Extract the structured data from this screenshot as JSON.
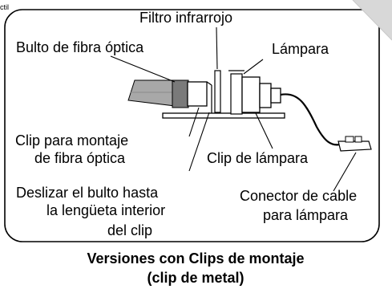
{
  "corner_fragment": "ctil",
  "labels": {
    "infrared_filter": "Filtro infrarrojo",
    "fiber_bundle": "Bulto de fibra óptica",
    "lamp": "Lámpara",
    "fiber_clip_line1": "Clip para montaje",
    "fiber_clip_line2": "de fibra óptica",
    "lamp_clip": "Clip de lámpara",
    "slide_line1": "Deslizar el bulto hasta",
    "slide_line2": "la lengüeta interior",
    "slide_line3": "del clip",
    "connector_line1": "Conector de cable",
    "connector_line2": "para lámpara"
  },
  "caption": {
    "line1": "Versiones con Clips de montaje",
    "line2": "(clip de metal)"
  },
  "colors": {
    "fiber_gray": "#a8a8a8",
    "fiber_dark": "#7a7a7a",
    "fold_gray": "#d8d8d8",
    "line": "#000000"
  }
}
